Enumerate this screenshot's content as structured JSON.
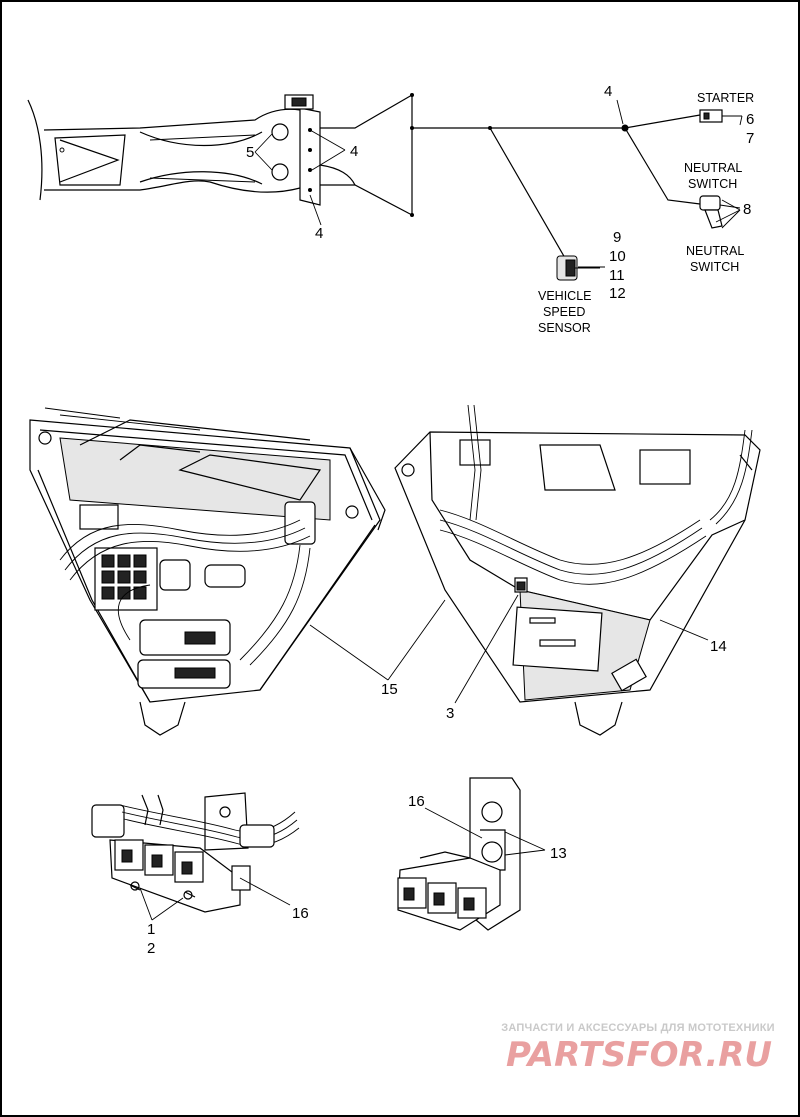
{
  "callouts": {
    "c1": "1",
    "c2": "2",
    "c3": "3",
    "c4a": "4",
    "c4b": "4",
    "c4c": "4",
    "c5": "5",
    "c6": "6",
    "c7": "7",
    "c8": "8",
    "c9": "9",
    "c10": "10",
    "c11": "11",
    "c12": "12",
    "c13": "13",
    "c14": "14",
    "c15": "15",
    "c16a": "16",
    "c16b": "16"
  },
  "captions": {
    "starter": "STARTER",
    "neutral_switch_1_line1": "NEUTRAL",
    "neutral_switch_1_line2": "SWITCH",
    "neutral_switch_2_line1": "NEUTRAL",
    "neutral_switch_2_line2": "SWITCH",
    "vss_line1": "VEHICLE",
    "vss_line2": "SPEED",
    "vss_line3": "SENSOR"
  },
  "watermark": {
    "tagline": "ЗАПЧАСТИ И АКСЕССУАРЫ ДЛЯ МОТОТЕХНИКИ",
    "logo_text": "PARTSFOR.RU",
    "logo_color": "#e9a0a0"
  }
}
